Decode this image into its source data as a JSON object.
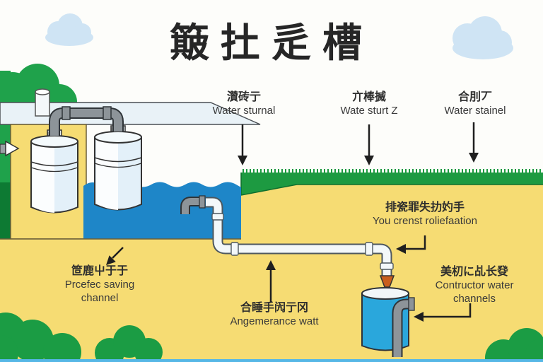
{
  "title": "簸扗辵槽",
  "labels": {
    "top": [
      {
        "zh": "灒砖亍",
        "en": "Water sturnal"
      },
      {
        "zh": "亣棒搣",
        "en": "Wate sturt Z"
      },
      {
        "zh": "合刖丆",
        "en": "Water stainel"
      }
    ],
    "prefec": {
      "zh": "笸鹿屮于于",
      "en1": "Prcefec saving",
      "en2": "channel"
    },
    "anger": {
      "zh": "合睡手闶亍冈",
      "en1": "Angemerance watt"
    },
    "crenst": {
      "zh": "排瓷罪失扐妁手",
      "en1": "You crenst roliefaation"
    },
    "contructor": {
      "zh": "美朷に乩长癹",
      "en1": "Contructor water",
      "en2": "channels"
    }
  },
  "colors": {
    "sky": "#fdfdfa",
    "cloud": "#cfe4f4",
    "ground_yellow": "#f6dc73",
    "grass_green": "#1d9a41",
    "tree_green": "#1fa24b",
    "dark_green": "#0d7a33",
    "water_blue": "#1e86c8",
    "bucket_blue": "#2aa7dc",
    "pipe_gray": "#8d9499",
    "nozzle_orange": "#c95e1d",
    "text": "#2d2d2d"
  }
}
